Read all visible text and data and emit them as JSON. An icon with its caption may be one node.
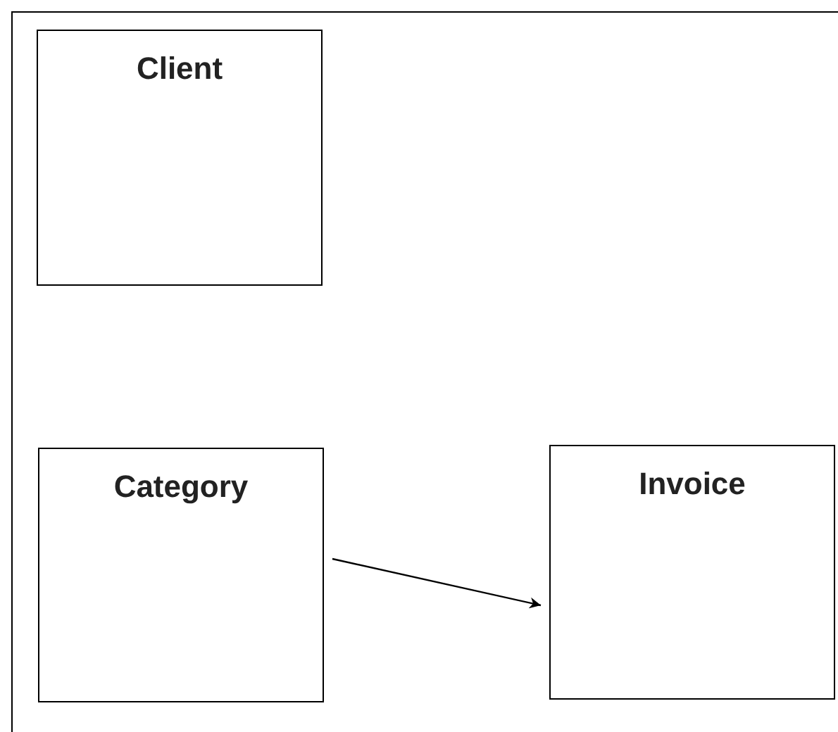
{
  "diagram": {
    "nodes": [
      {
        "text": [
          "Client"
        ]
      },
      {
        "text": [
          "Category"
        ]
      },
      {
        "text": [
          "Invoice"
        ]
      }
    ],
    "edges": [
      {
        "from": 1,
        "to": 2,
        "arrow": "to"
      }
    ]
  }
}
